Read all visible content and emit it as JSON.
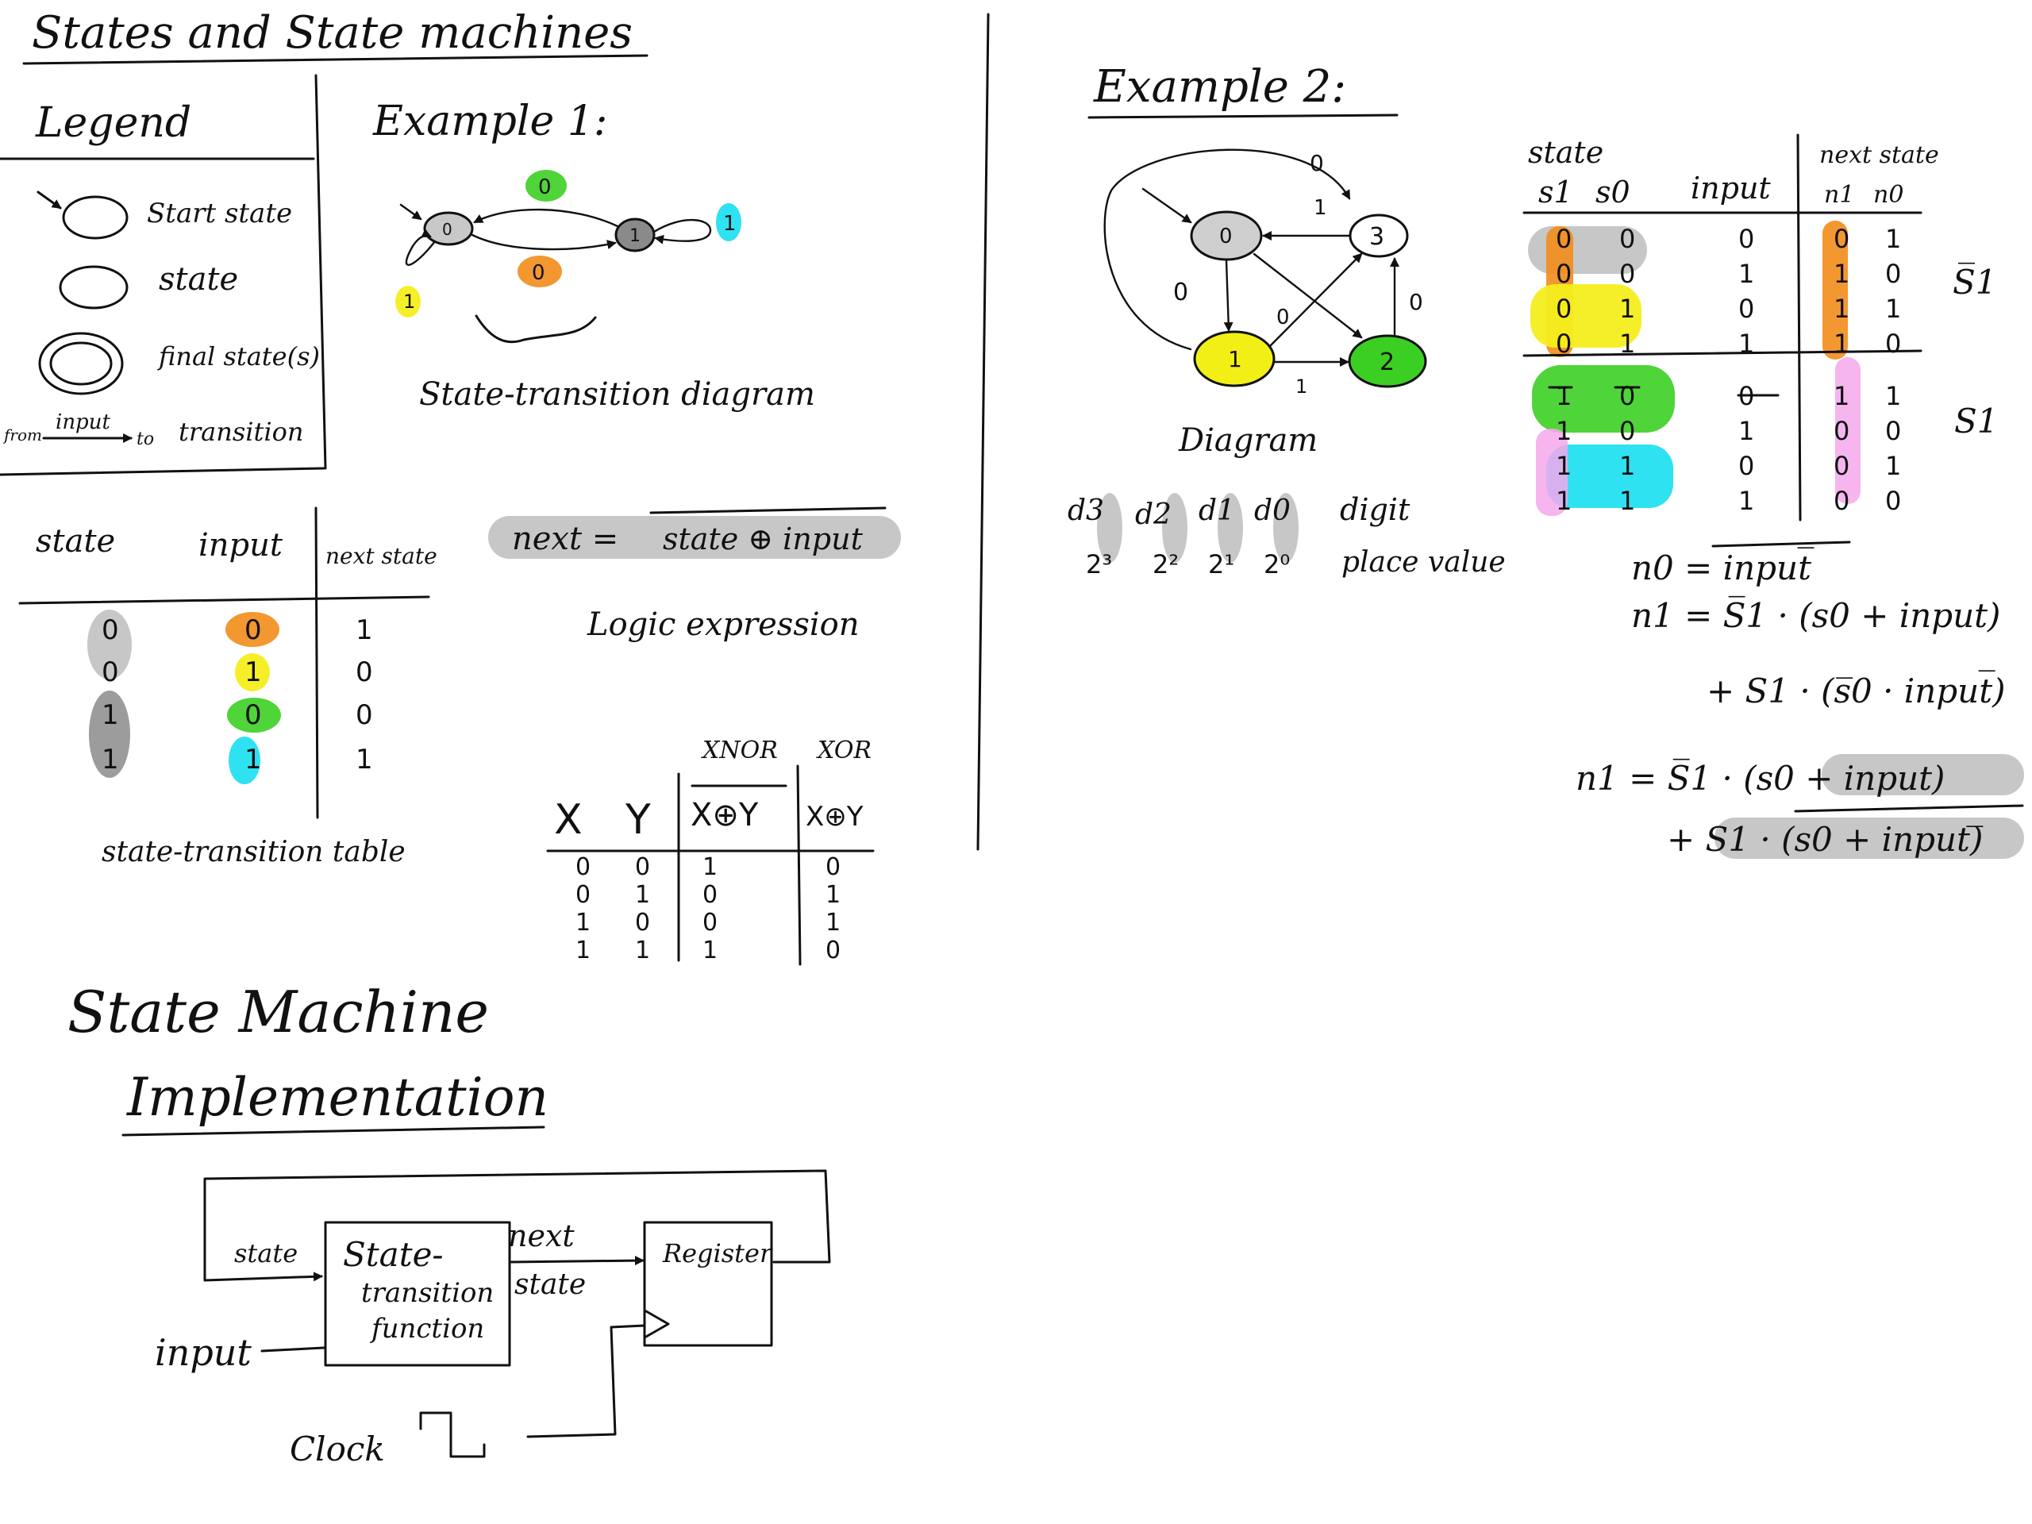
{
  "title": "States and State machines",
  "legend": {
    "heading": "Legend",
    "start_state": "Start state",
    "state": "state",
    "final_states": "final state(s)",
    "from": "from",
    "input": "input",
    "to": "to",
    "transition": "transition"
  },
  "example1": {
    "heading": "Example 1:",
    "diagram_caption": "State-transition diagram",
    "table": {
      "headers": [
        "state",
        "input",
        "next state"
      ],
      "rows": [
        [
          "0",
          "0",
          "1"
        ],
        [
          "0",
          "1",
          "0"
        ],
        [
          "1",
          "0",
          "0"
        ],
        [
          "1",
          "1",
          "1"
        ]
      ],
      "caption": "state-transition table"
    },
    "logic": {
      "expression_left": "next =",
      "expression_right": "state ⊕ input",
      "caption": "Logic expression"
    },
    "xor_table": {
      "group_labels": [
        "XNOR",
        "XOR"
      ],
      "headers": [
        "X",
        "Y",
        "X⊕Y",
        "X⊕Y"
      ],
      "rows": [
        [
          "0",
          "0",
          "1",
          "0"
        ],
        [
          "0",
          "1",
          "0",
          "1"
        ],
        [
          "1",
          "0",
          "0",
          "1"
        ],
        [
          "1",
          "1",
          "1",
          "0"
        ]
      ]
    },
    "state_labels": [
      "0",
      "1"
    ],
    "edge_labels": [
      "0",
      "0",
      "1",
      "1"
    ]
  },
  "example2": {
    "heading": "Example 2:",
    "diagram_caption": "Diagram",
    "state_labels": [
      "0",
      "1",
      "2",
      "3"
    ],
    "edge_labels": [
      "0",
      "1",
      "0",
      "0",
      "0",
      "1"
    ],
    "digits": [
      "d3",
      "d2",
      "d1",
      "d0"
    ],
    "digit_label": "digit",
    "place_values": [
      "2³",
      "2²",
      "2¹",
      "2⁰"
    ],
    "place_value_label": "place value",
    "table": {
      "headers": [
        "state",
        "s1",
        "s0",
        "input",
        "next state",
        "n1",
        "n0"
      ],
      "rows": [
        [
          "0",
          "0",
          "0",
          "0",
          "1"
        ],
        [
          "0",
          "0",
          "1",
          "1",
          "0"
        ],
        [
          "0",
          "1",
          "0",
          "1",
          "1"
        ],
        [
          "0",
          "1",
          "1",
          "1",
          "0"
        ],
        [
          "1",
          "0",
          "0",
          "1",
          "1"
        ],
        [
          "1",
          "0",
          "1",
          "0",
          "0"
        ],
        [
          "1",
          "1",
          "0",
          "0",
          "1"
        ],
        [
          "1",
          "1",
          "1",
          "0",
          "0"
        ]
      ],
      "side_labels": [
        "S̅1",
        "S1"
      ]
    },
    "equations": [
      "n0 = input̅",
      "n1 = S̅1 · (s0 + input)",
      "+ S1 · (s̅0 · input̅)",
      "n1 = S̅1 · (s0 + input)",
      "+ S1 · (s0 + input)̅"
    ]
  },
  "implementation": {
    "heading_line1": "State Machine",
    "heading_line2": "Implementation",
    "state_label": "state",
    "function_box": [
      "State-",
      "transition",
      "function"
    ],
    "next_state": [
      "next",
      "state"
    ],
    "register": "Register",
    "input_label": "input",
    "clock_label": "Clock"
  },
  "colors": {
    "orange": "#f28c1a",
    "yellow": "#f4ee1e",
    "green": "#3ccf23",
    "cyan": "#18dff0",
    "grey": "#bdbdbd",
    "dark_grey": "#8b8b8b",
    "pink": "#f5a8ec"
  }
}
